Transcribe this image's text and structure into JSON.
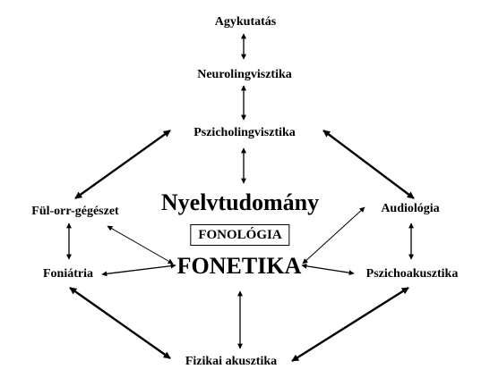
{
  "colors": {
    "text": "#000000",
    "arrow": "#000000",
    "background": "#ffffff"
  },
  "nodes": {
    "agykutatas": "Agykutatás",
    "neurolingvisztika": "Neurolingvisztika",
    "pszicholingvisztika": "Pszicholingvisztika",
    "nyelvtudomany": "Nyelvtudomány",
    "fonologia": "FONOLÓGIA",
    "fonetika": "FONETIKA",
    "ful_orr_gegeszet": "Fül-orr-gégészet",
    "audiologia": "Audiológia",
    "foniatria": "Foniátria",
    "pszichoakusztika": "Pszichoakusztika",
    "fizikai_akusztika": "Fizikai akusztika"
  }
}
